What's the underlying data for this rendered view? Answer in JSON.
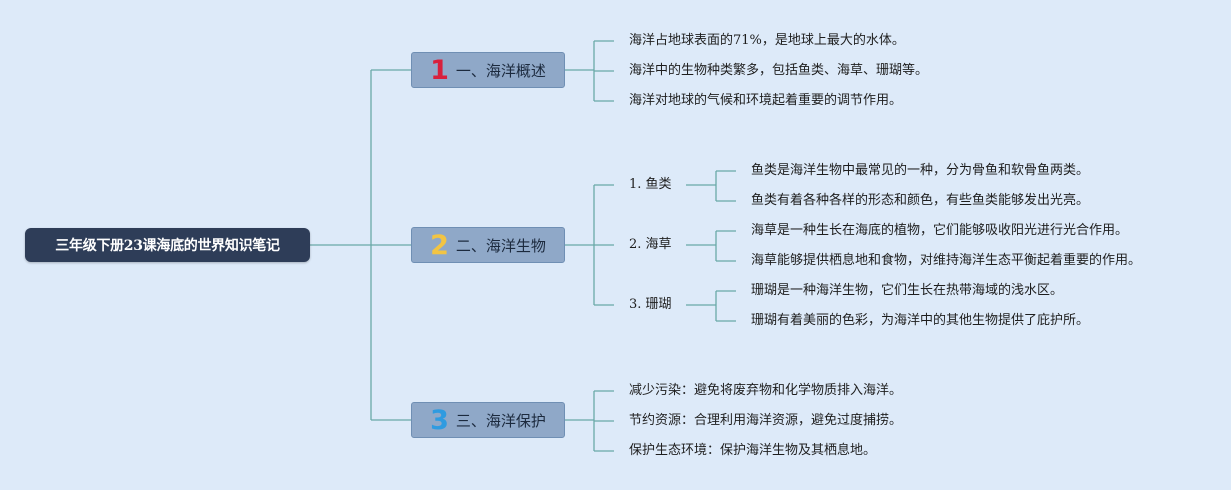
{
  "root": {
    "title": "三年级下册23课海底的世界知识笔记"
  },
  "branches": [
    {
      "number": "1",
      "number_color": "#d8203c",
      "label": "一、海洋概述",
      "items": [
        "海洋占地球表面的71%，是地球上最大的水体。",
        "海洋中的生物种类繁多，包括鱼类、海草、珊瑚等。",
        "海洋对地球的气候和环境起着重要的调节作用。"
      ]
    },
    {
      "number": "2",
      "number_color": "#f2c443",
      "label": "二、海洋生物",
      "subgroups": [
        {
          "label": "1. 鱼类",
          "items": [
            "鱼类是海洋生物中最常见的一种，分为骨鱼和软骨鱼两类。",
            "鱼类有着各种各样的形态和颜色，有些鱼类能够发出光亮。"
          ]
        },
        {
          "label": "2. 海草",
          "items": [
            "海草是一种生长在海底的植物，它们能够吸收阳光进行光合作用。",
            "海草能够提供栖息地和食物，对维持海洋生态平衡起着重要的作用。"
          ]
        },
        {
          "label": "3. 珊瑚",
          "items": [
            "珊瑚是一种海洋生物，它们生长在热带海域的浅水区。",
            "珊瑚有着美丽的色彩，为海洋中的其他生物提供了庇护所。"
          ]
        }
      ]
    },
    {
      "number": "3",
      "number_color": "#2f9be0",
      "label": "三、海洋保护",
      "items": [
        "减少污染：避免将废弃物和化学物质排入海洋。",
        "节约资源：合理利用海洋资源，避免过度捕捞。",
        "保护生态环境：保护海洋生物及其栖息地。"
      ]
    }
  ],
  "colors": {
    "background": "#ddeaf9",
    "root_bg": "#2e3d58",
    "branch_bg": "#8fa8c8",
    "connector": "#6aa9a8"
  }
}
